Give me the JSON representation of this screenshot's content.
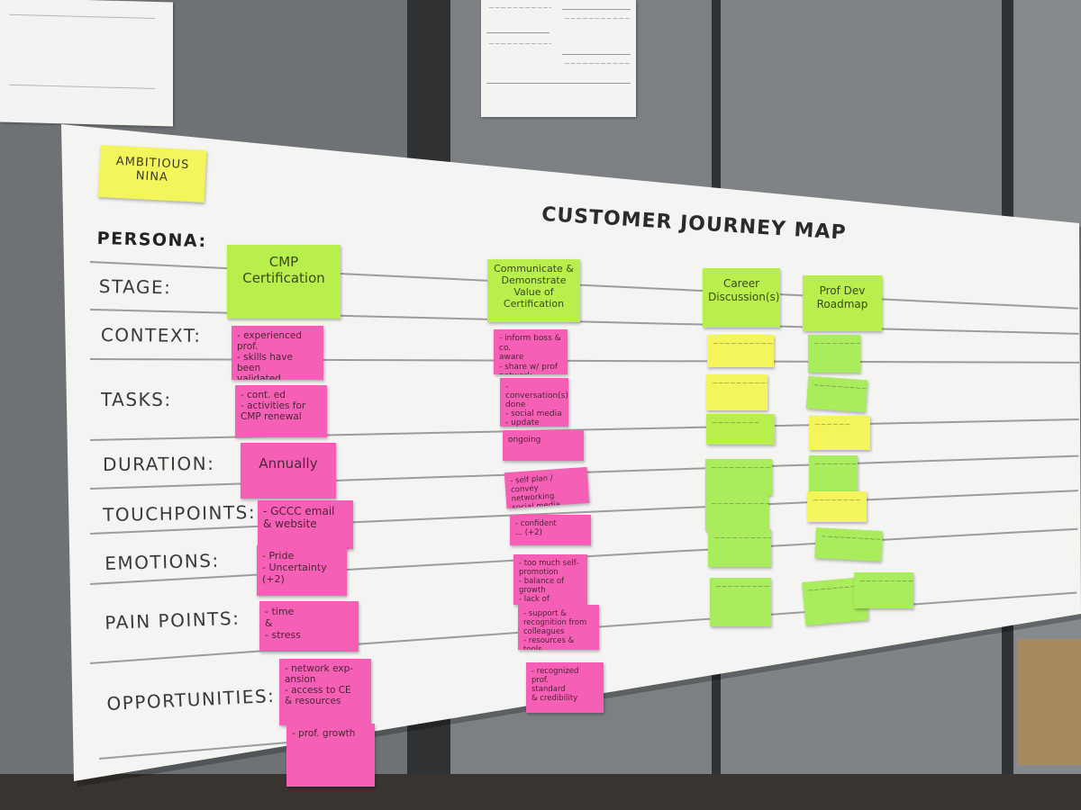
{
  "poster": {
    "title": "CUSTOMER JOURNEY MAP",
    "row_labels": {
      "persona": "PERSONA:",
      "stage": "STAGE:",
      "context": "CONTEXT:",
      "tasks": "TASKS:",
      "duration": "DURATION:",
      "touchpoints": "TOUCHPOINTS:",
      "emotions": "EMOTIONS:",
      "pain_points": "PAIN POINTS:",
      "opportunities": "OPPORTUNITIES:"
    }
  },
  "persona_note": "AMBITIOUS\nNINA",
  "stages": {
    "s1": "CMP\nCertification",
    "s2": "Communicate &\nDemonstrate\nValue of\nCertification",
    "s3": "Career\nDiscussion(s)",
    "s4": "Prof Dev\nRoadmap"
  },
  "column1": {
    "context": "- experienced prof.\n- skills have been\n  validated",
    "tasks": "- cont. ed\n- activities for\n  CMP renewal",
    "duration": "Annually",
    "touchpoints": "- GCCC email\n  & website",
    "emotions": "- Pride\n- Uncertainty\n(+2)",
    "pain_points": "- time\n&\n- stress",
    "opportunities": "- network exp-\n  ansion\n- access to CE\n  & resources",
    "opportunities_2": "- prof. growth"
  },
  "column2": {
    "context": "- inform boss & co.\n  aware\n- share w/ prof\n  network",
    "tasks": "- conversation(s)\n  done\n- social media\n- update title/info\n- internal comms",
    "duration": "ongoing",
    "touchpoints": "- self plan / convey\n  networking\n  social media",
    "emotions": "- confident\n  ... (+2)",
    "pain_points": "- too much self-\n  promotion\n- balance of growth\n- lack of awareness",
    "pain_points_2": "- support &\n  recognition from\n  colleagues\n- resources &\n  tools",
    "opportunities": "- recognized prof.\n  standard\n  & credibility"
  }
}
